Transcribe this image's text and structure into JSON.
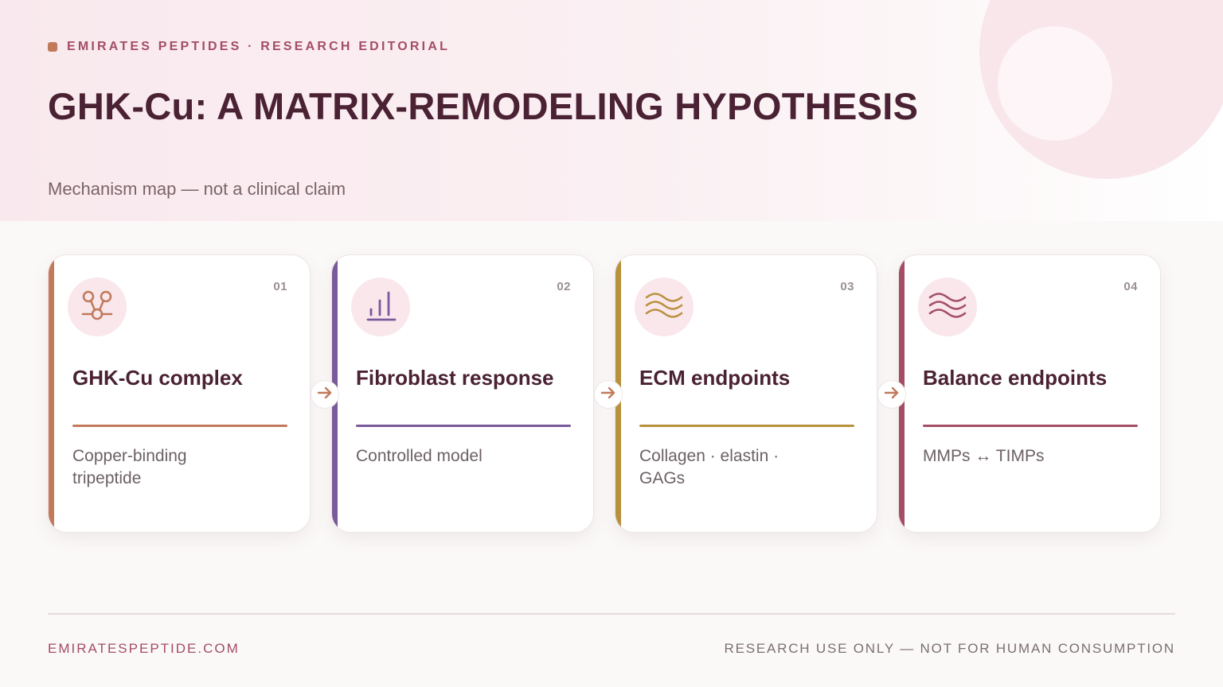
{
  "header": {
    "eyebrow": "EMIRATES PEPTIDES · RESEARCH EDITORIAL",
    "title": "GHK-Cu: A MATRIX-REMODELING HYPOTHESIS",
    "subtitle": "Mechanism map — not a clinical claim"
  },
  "cards": [
    {
      "number": "01",
      "title": "GHK-Cu complex",
      "description": "Copper-binding tripeptide",
      "icon": "molecule-icon",
      "accent": "#c17a5a"
    },
    {
      "number": "02",
      "title": "Fibroblast response",
      "description": "Controlled model",
      "icon": "bar-chart-icon",
      "accent": "#7a5a9a"
    },
    {
      "number": "03",
      "title": "ECM endpoints",
      "description": "Collagen · elastin · GAGs",
      "icon": "waves-icon",
      "accent": "#b8913f"
    },
    {
      "number": "04",
      "title": "Balance endpoints",
      "description": "MMPs ↔ TIMPs",
      "icon": "waves-icon",
      "accent": "#a34d66"
    }
  ],
  "connector_icon": "arrow-right-icon",
  "footer": {
    "left": "EMIRATESPEPTIDE.COM",
    "right": "RESEARCH USE ONLY — NOT FOR HUMAN CONSUMPTION"
  },
  "colors": {
    "primary_text": "#4a2233",
    "brand_accent": "#a34d66",
    "hero_background": "#f9e9ee"
  }
}
